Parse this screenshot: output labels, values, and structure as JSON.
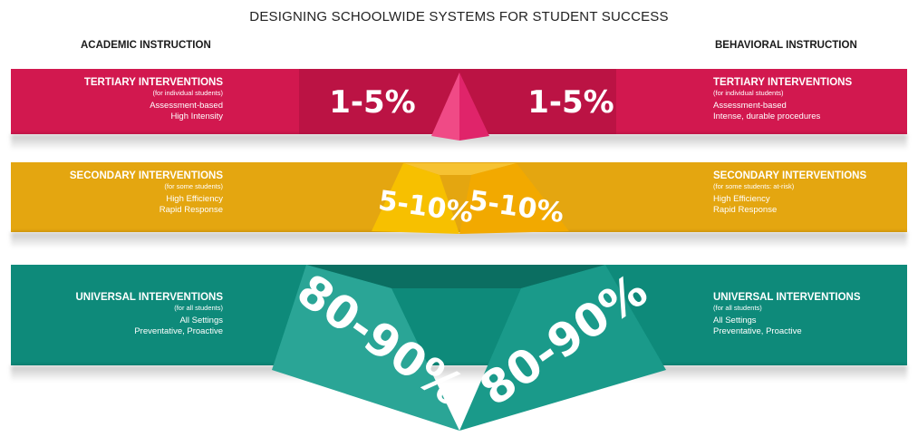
{
  "title": "DESIGNING SCHOOLWIDE SYSTEMS FOR STUDENT SUCCESS",
  "left_header": "ACADEMIC INSTRUCTION",
  "right_header": "BEHAVIORAL INSTRUCTION",
  "colors": {
    "tertiary": "#d2184f",
    "secondary": "#e4a610",
    "universal": "#0e8a7a"
  },
  "tiers": {
    "tertiary": {
      "percent": "1-5%",
      "left": {
        "heading": "TERTIARY INTERVENTIONS",
        "sub": "(for individual students)",
        "line1": "Assessment-based",
        "line2": "High Intensity"
      },
      "right": {
        "heading": "TERTIARY INTERVENTIONS",
        "sub": "(for individual students)",
        "line1": "Assessment-based",
        "line2": "Intense, durable procedures"
      }
    },
    "secondary": {
      "percent": "5-10%",
      "left": {
        "heading": "SECONDARY INTERVENTIONS",
        "sub": "(for some students)",
        "line1": "High Efficiency",
        "line2": "Rapid Response"
      },
      "right": {
        "heading": "SECONDARY INTERVENTIONS",
        "sub": "(for some students: at-risk)",
        "line1": "High Efficiency",
        "line2": "Rapid Response"
      }
    },
    "universal": {
      "percent": "80-90%",
      "left": {
        "heading": "UNIVERSAL INTERVENTIONS",
        "sub": "(for all students)",
        "line1": "All Settings",
        "line2": "Preventative, Proactive"
      },
      "right": {
        "heading": "UNIVERSAL INTERVENTIONS",
        "sub": "(for all students)",
        "line1": "All Settings",
        "line2": "Preventative, Proactive"
      }
    }
  }
}
